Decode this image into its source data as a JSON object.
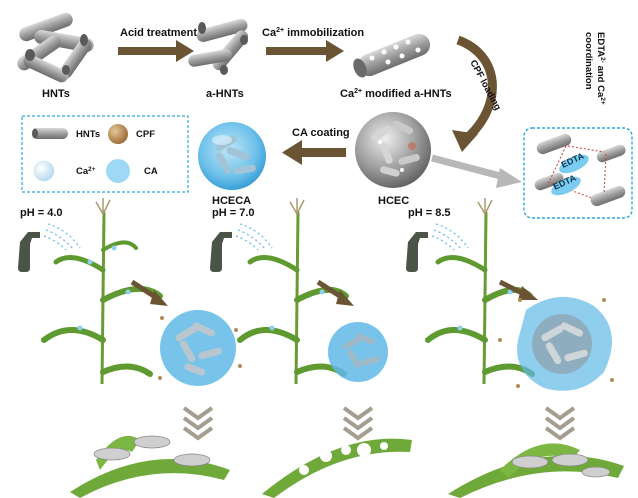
{
  "top_row": {
    "hnts_label": "HNTs",
    "step1_label": "Acid treatment",
    "ahnts_label": "a-HNTs",
    "step2_label_pre": "Ca",
    "step2_label_sup": "2+",
    "step2_label_post": " immobilization",
    "ca_modified_pre": "Ca",
    "ca_modified_sup": "2+",
    "ca_modified_post": " modified a-HNTs"
  },
  "right_side": {
    "cpf_loading": "CPF loading",
    "edta_coord_line1_pre": "EDTA",
    "edta_coord_line1_sup": "2-",
    "edta_coord_line1_post": " and Ca",
    "edta_coord_line1_sup2": "2+",
    "edta_coord_line2": "coordination",
    "edta_tag": "EDTA"
  },
  "middle_row": {
    "ca_coating_label": "CA coating",
    "hceca_label": "HCECA",
    "hcec_label": "HCEC"
  },
  "legend": {
    "hnts": "HNTs",
    "cpf": "CPF",
    "ca2_pre": "Ca",
    "ca2_sup": "2+",
    "ca": "CA"
  },
  "bottom_row": {
    "ph_left": "pH = 4.0",
    "ph_mid": "pH = 7.0",
    "ph_right": "pH = 8.5"
  },
  "colors": {
    "arrow_brown": "#6b5434",
    "arrow_grey": "#b8b8b8",
    "ca_blue": "#5fb9e6",
    "ca_light": "#a9dcf4",
    "cpf_brown": "#b48a57",
    "leaf_green": "#5e9a2f",
    "tube_grey": "#a8a8a8",
    "dash_box": "#2aa7e0"
  }
}
